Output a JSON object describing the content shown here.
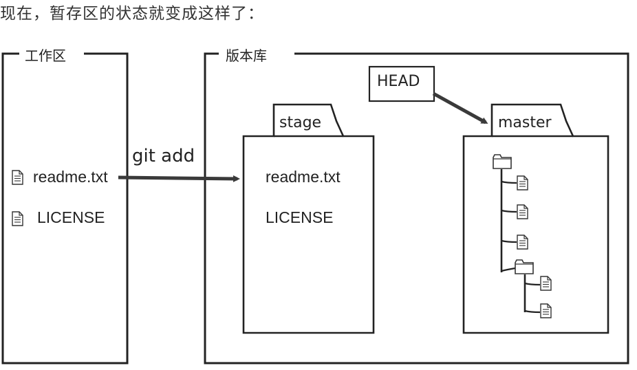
{
  "heading": "现在，暂存区的状态就变成这样了：",
  "workspace": {
    "title": "工作区",
    "files": [
      "readme.txt",
      "LICENSE"
    ]
  },
  "repository": {
    "title": "版本库",
    "stage": {
      "tab_label": "stage",
      "files": [
        "readme.txt",
        "LICENSE"
      ]
    },
    "master": {
      "tab_label": "master"
    },
    "head_label": "HEAD"
  },
  "arrow_label": "git add"
}
